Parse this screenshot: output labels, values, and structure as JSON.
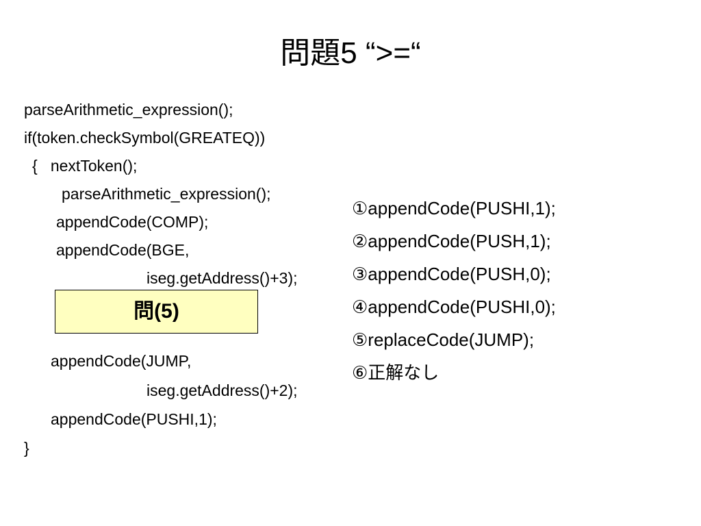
{
  "slide": {
    "title": "問題5 “>=“",
    "code_lines": [
      "parseArithmetic_expression();",
      "if(token.checkSymbol(GREATEQ))",
      "{   nextToken();",
      "parseArithmetic_expression();",
      "appendCode(COMP);",
      "appendCode(BGE,",
      "iseg.getAddress()+3);",
      "appendCode(JUMP,",
      "iseg.getAddress()+2);",
      "appendCode(PUSHI,1);",
      "}"
    ],
    "answer_box_label": "問(5)",
    "answer_box_color": "#ffffc0",
    "options": [
      "①appendCode(PUSHI,1);",
      "②appendCode(PUSH,1);",
      "③appendCode(PUSH,0);",
      "④appendCode(PUSHI,0);",
      "⑤replaceCode(JUMP);",
      "⑥正解なし"
    ]
  }
}
